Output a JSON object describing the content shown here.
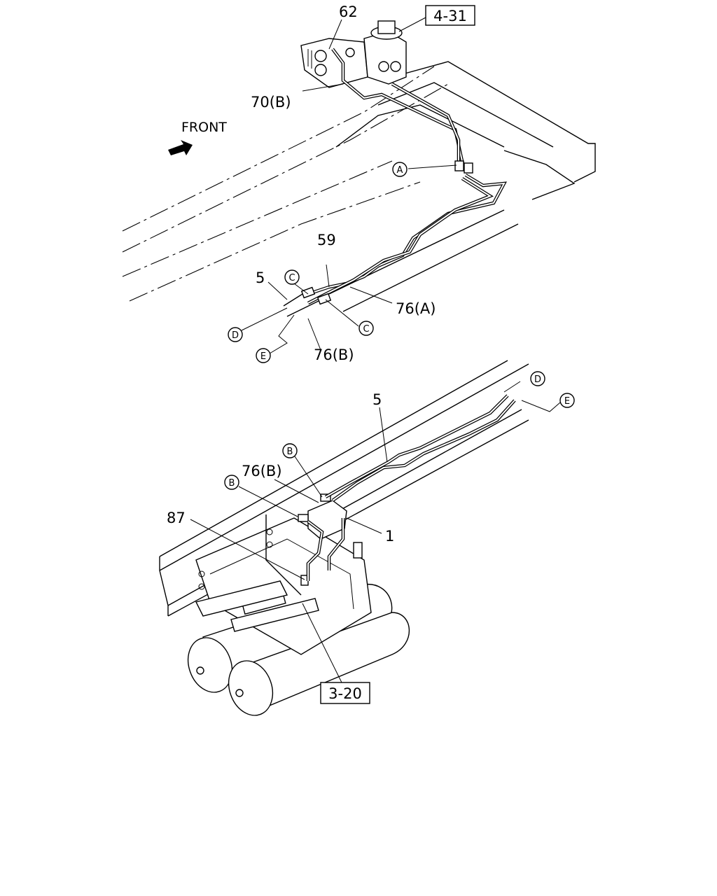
{
  "direction": {
    "label": "FRONT"
  },
  "callouts": {
    "p62": "62",
    "p70b": "70(B)",
    "p59": "59",
    "p5_top": "5",
    "p76a": "76(A)",
    "p76b_top": "76(B)",
    "p5_bottom": "5",
    "p76b_bottom": "76(B)",
    "p87": "87",
    "p1": "1"
  },
  "references": {
    "ref_top": "4-31",
    "ref_bottom": "3-20"
  },
  "connection_markers": {
    "a": "A",
    "b1": "B",
    "b2": "B",
    "c1": "C",
    "c2": "C",
    "d_top": "D",
    "e_top": "E",
    "d_bottom": "D",
    "e_bottom": "E"
  }
}
